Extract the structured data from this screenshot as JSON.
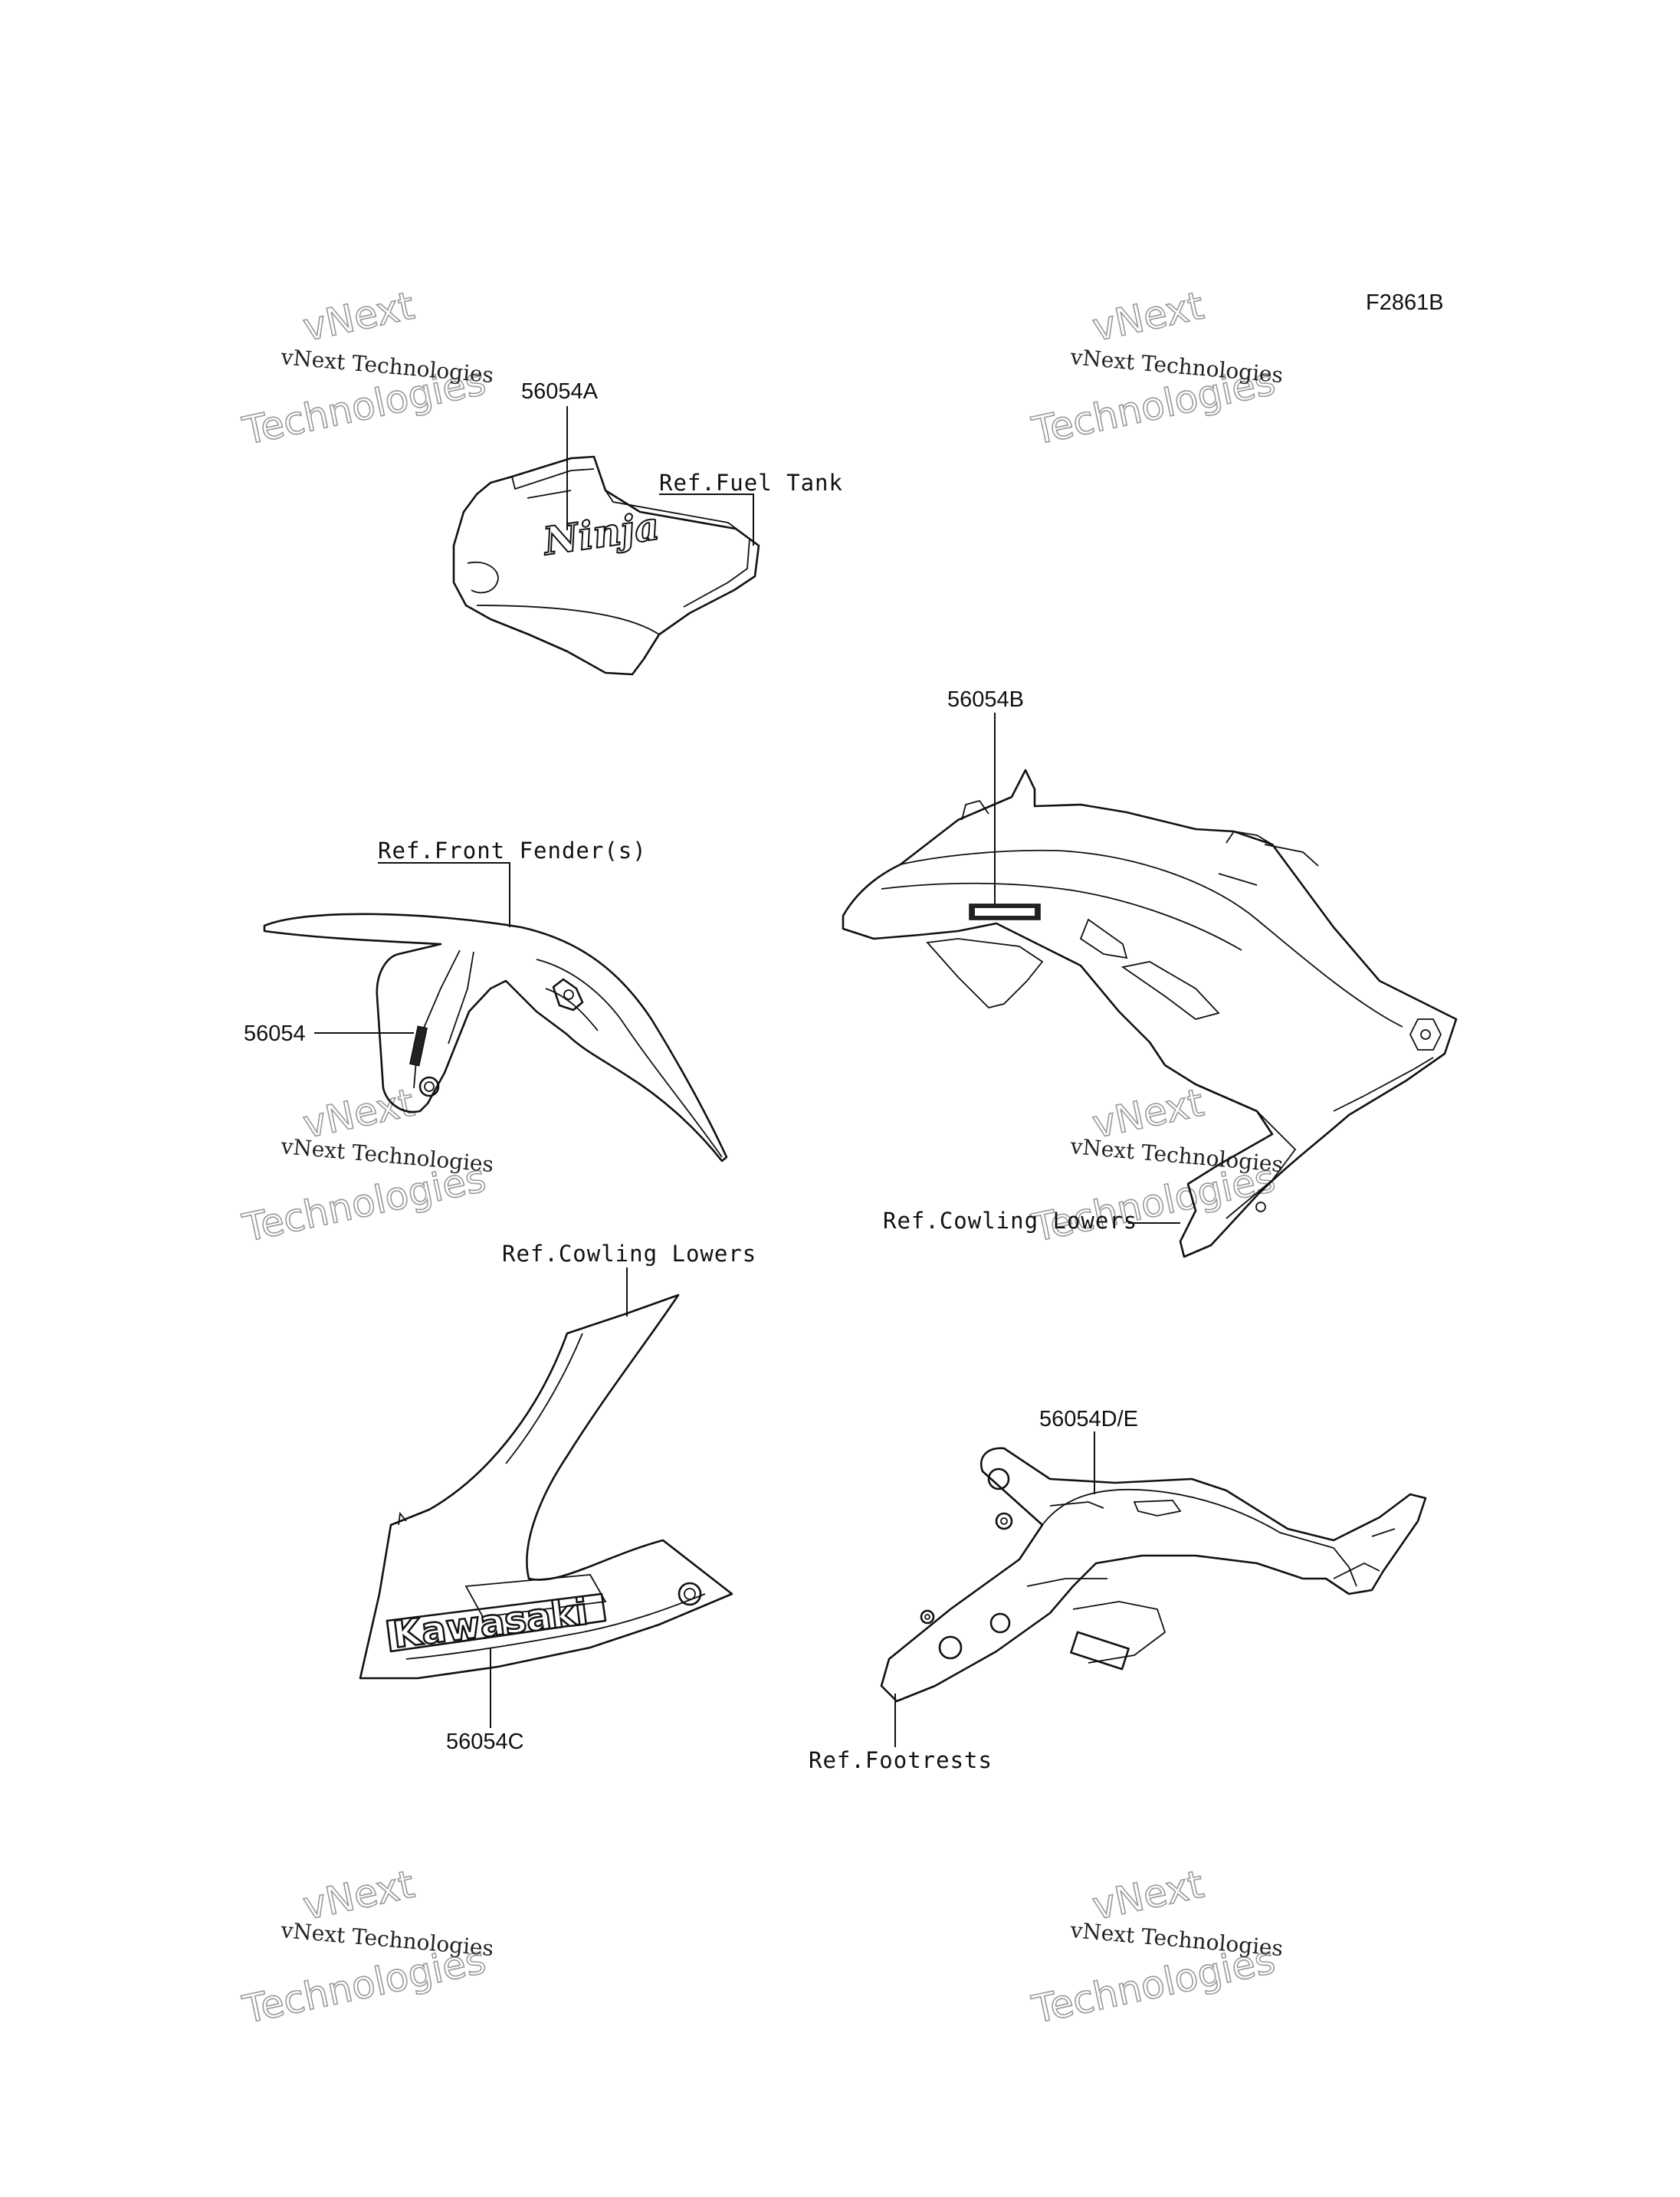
{
  "figure_code": "F2861B",
  "watermark": {
    "line1": "vNext Technologies",
    "big_top": "vNext",
    "big_bottom": "Technologies"
  },
  "parts": {
    "fuel_tank_decal": "56054A",
    "cowling_decal": "56054B",
    "fender_decal": "56054",
    "lower_cowl_decal": "56054C",
    "footrest_decal": "56054D/E"
  },
  "references": {
    "fuel_tank": "Ref.Fuel Tank",
    "front_fender": "Ref.Front Fender(s)",
    "cowling_lowers_right": "Ref.Cowling Lowers",
    "cowling_lowers_left": "Ref.Cowling Lowers",
    "footrests": "Ref.Footrests"
  },
  "decal_text": {
    "tank_logo": "Ninja",
    "lower_cowl_logo": "Kawasaki"
  }
}
